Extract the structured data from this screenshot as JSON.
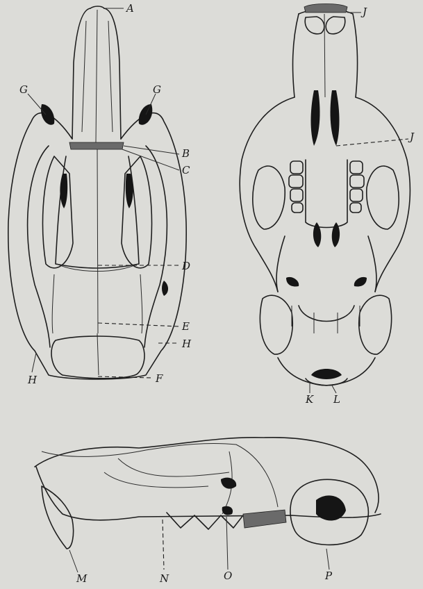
{
  "labels": {
    "A": "A",
    "B": "B",
    "C": "C",
    "D": "D",
    "E": "E",
    "F": "F",
    "G": "G",
    "H": "H",
    "J": "J",
    "K": "K",
    "L": "L",
    "M": "M",
    "N": "N",
    "O": "O",
    "P": "P"
  }
}
